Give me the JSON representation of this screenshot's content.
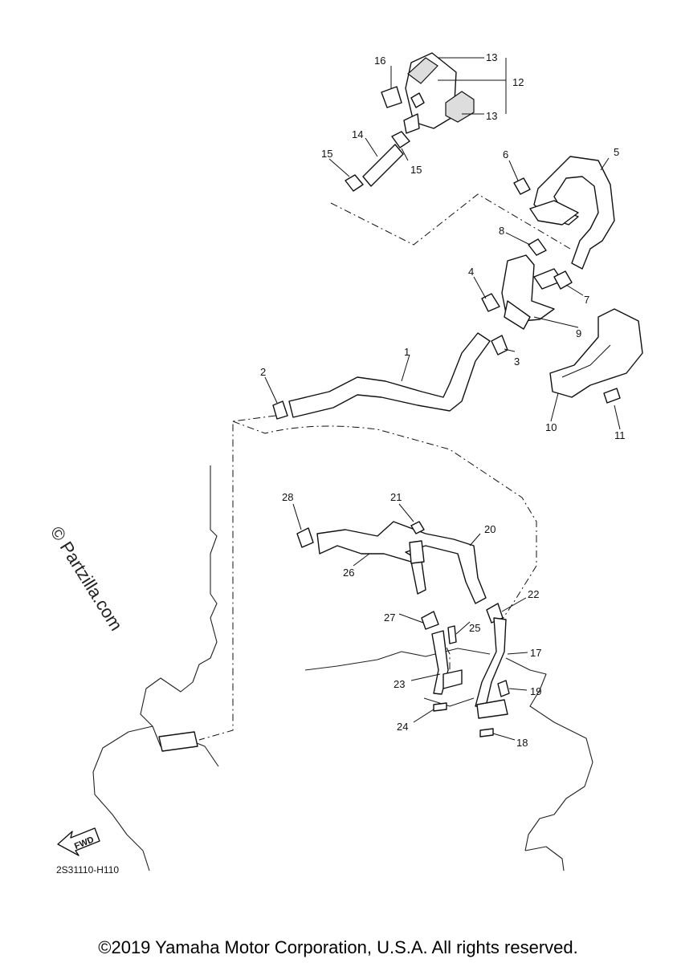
{
  "diagram": {
    "code": "2S31110-H110",
    "fwd_label": "FWD",
    "watermark": "© Partzilla.com",
    "copyright": "©2019 Yamaha Motor Corporation, U.S.A. All rights reserved.",
    "callouts": [
      "1",
      "2",
      "3",
      "4",
      "5",
      "6",
      "7",
      "8",
      "9",
      "10",
      "11",
      "12",
      "13",
      "13",
      "14",
      "15",
      "15",
      "16",
      "17",
      "18",
      "19",
      "20",
      "21",
      "22",
      "23",
      "24",
      "25",
      "26",
      "27",
      "28"
    ]
  }
}
